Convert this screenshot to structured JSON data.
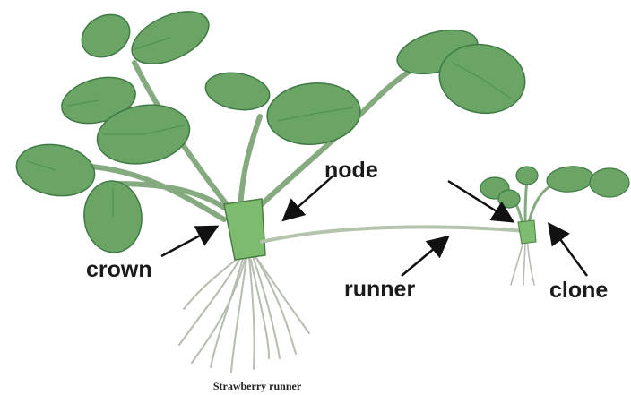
{
  "labels": {
    "node": "node",
    "crown": "crown",
    "runner": "runner",
    "clone": "clone"
  },
  "caption": "Strawberry runner",
  "colors": {
    "leaf": "#6aa566",
    "leaf_dark": "#3f7a45",
    "stem": "#8fb08a",
    "root": "#b7bfb2",
    "arrow": "#111111"
  }
}
